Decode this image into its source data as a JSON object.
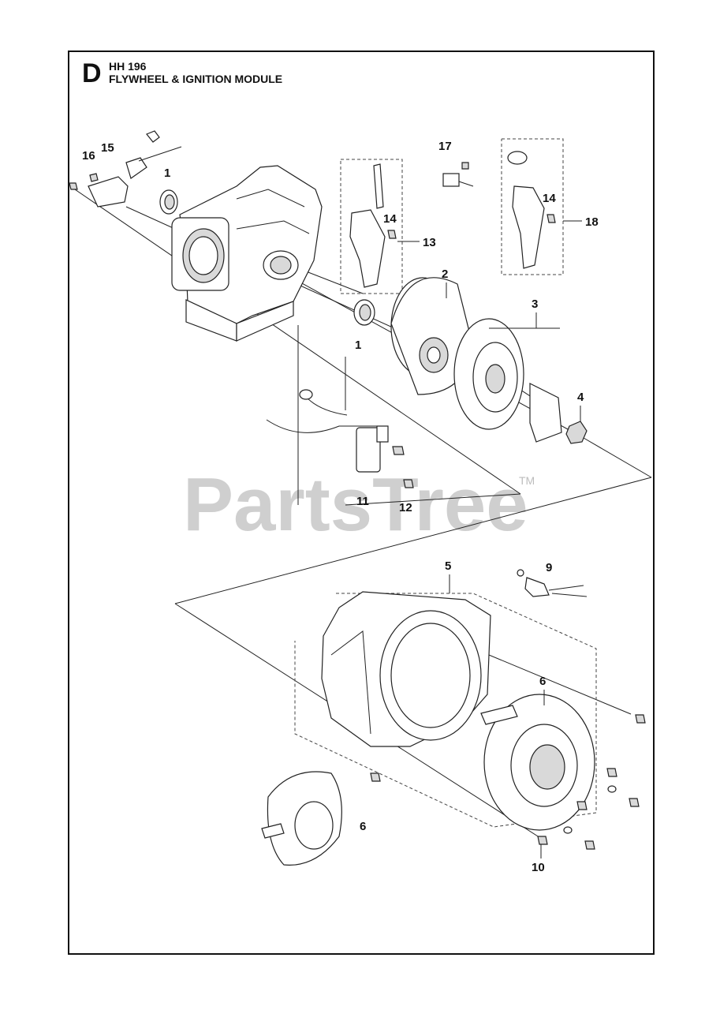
{
  "header": {
    "section_letter": "D",
    "model": "HH 196",
    "title": "FLYWHEEL & IGNITION MODULE"
  },
  "watermark": {
    "text": "PartsTree",
    "trademark": "TM"
  },
  "callouts": [
    "16",
    "15",
    "1",
    "14",
    "13",
    "17",
    "14",
    "18",
    "2",
    "1",
    "3",
    "4",
    "11",
    "12",
    "5",
    "9",
    "6",
    "6",
    "10"
  ]
}
